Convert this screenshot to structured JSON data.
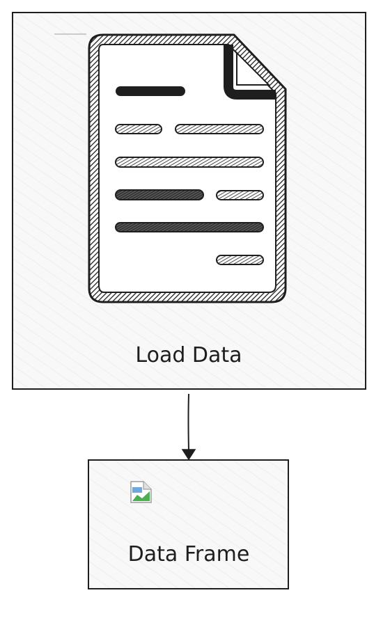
{
  "nodes": {
    "load_data": {
      "label": "Load Data"
    },
    "data_frame": {
      "label": "Data Frame"
    }
  },
  "edges": [
    {
      "from": "Load Data",
      "to": "Data Frame",
      "arrow": "end"
    }
  ],
  "icons": {
    "load_data": "document-icon",
    "data_frame": "broken-image-icon"
  },
  "colors": {
    "stroke": "#1e1e1e",
    "fill": "#f8f8f8",
    "hatch": "#e6e6e6"
  }
}
